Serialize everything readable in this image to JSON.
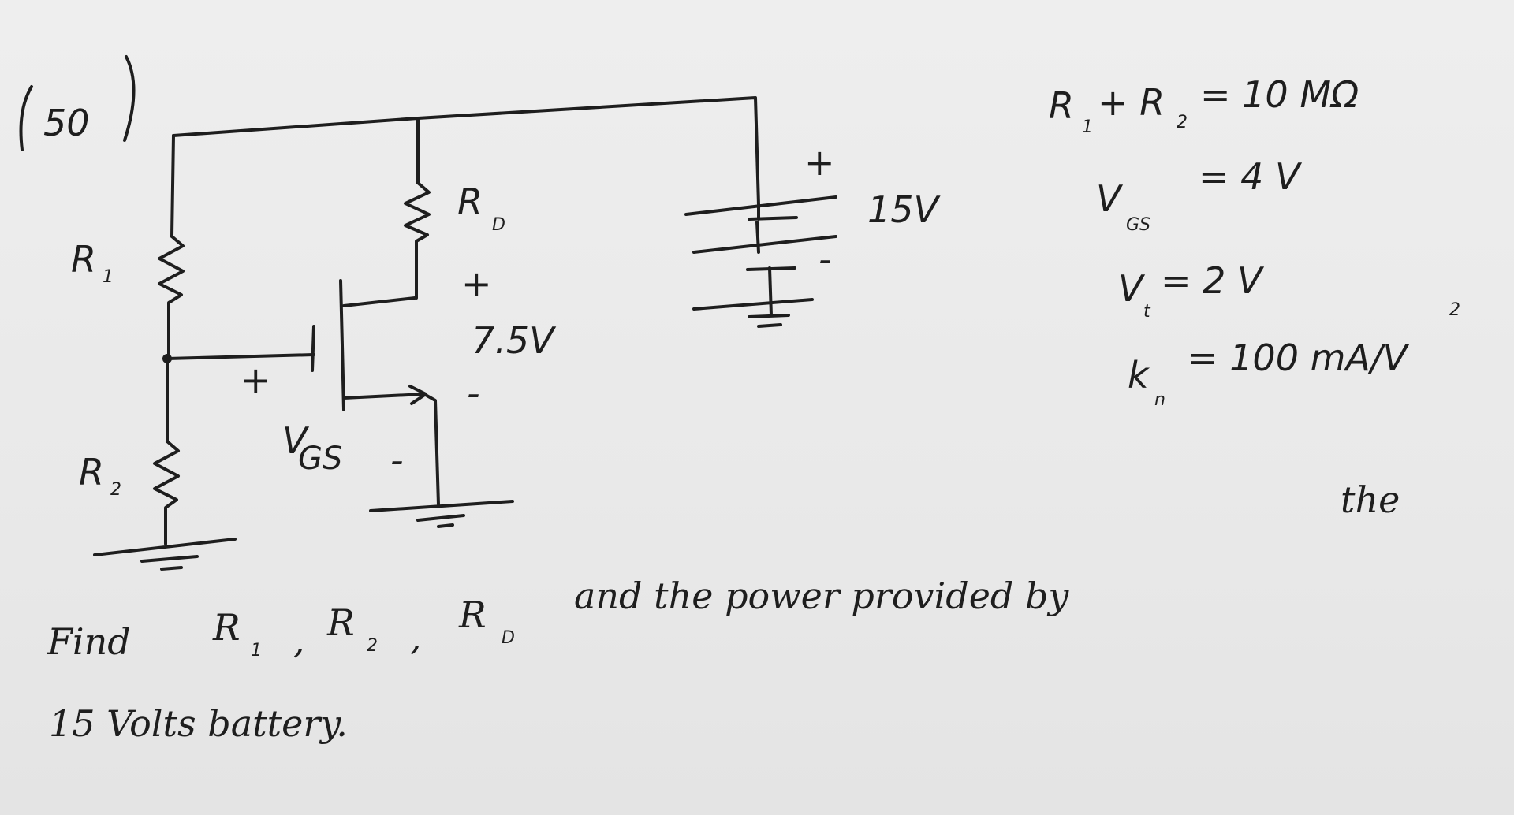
{
  "problem": {
    "number": "(50)"
  },
  "circuit": {
    "r1_label": "R",
    "r1_sub": "1",
    "r2_label": "R",
    "r2_sub": "2",
    "rd_label": "R",
    "rd_sub": "D",
    "vgs_label": "V",
    "vgs_sub": "GS",
    "vgs_plus": "+",
    "vgs_minus": "-",
    "vds_plus": "+",
    "vds_value": "7.5V",
    "vds_minus": "-",
    "battery_plus": "+",
    "battery_minus": "-",
    "battery_value": "15V"
  },
  "given": {
    "line1": {
      "lhs": "R",
      "sub1": "1",
      "plus": "+ R",
      "sub2": "2",
      "rhs": "= 10 MΩ"
    },
    "line2": {
      "lhs": "V",
      "sub": "GS",
      "rhs": "= 4 V"
    },
    "line3": {
      "lhs": "V",
      "sub": "t",
      "rhs": "= 2 V"
    },
    "line4": {
      "lhs": "k",
      "sub": "n",
      "rhs": "= 100 mA/V",
      "sup": "2"
    }
  },
  "question": {
    "w1": "Find",
    "w2": "R",
    "w2_sub": "1",
    "sep1": ",",
    "w3": "R",
    "w3_sub": "2",
    "sep2": ",",
    "w4": "R",
    "w4_sub": "D",
    "w5": "and the power provided by",
    "w6": "the",
    "line2": "15 Volts battery."
  }
}
